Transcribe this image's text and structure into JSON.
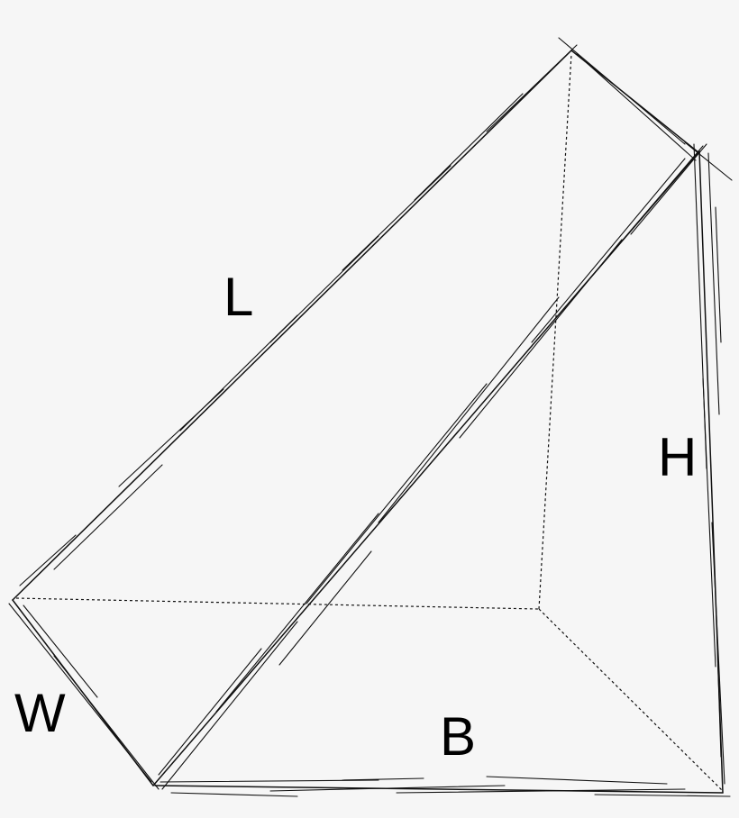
{
  "labels": {
    "length": "L",
    "width": "W",
    "height": "H",
    "base": "B"
  },
  "colors": {
    "background": "#f6f6f6",
    "stroke": "#111111",
    "text": "#000000"
  }
}
